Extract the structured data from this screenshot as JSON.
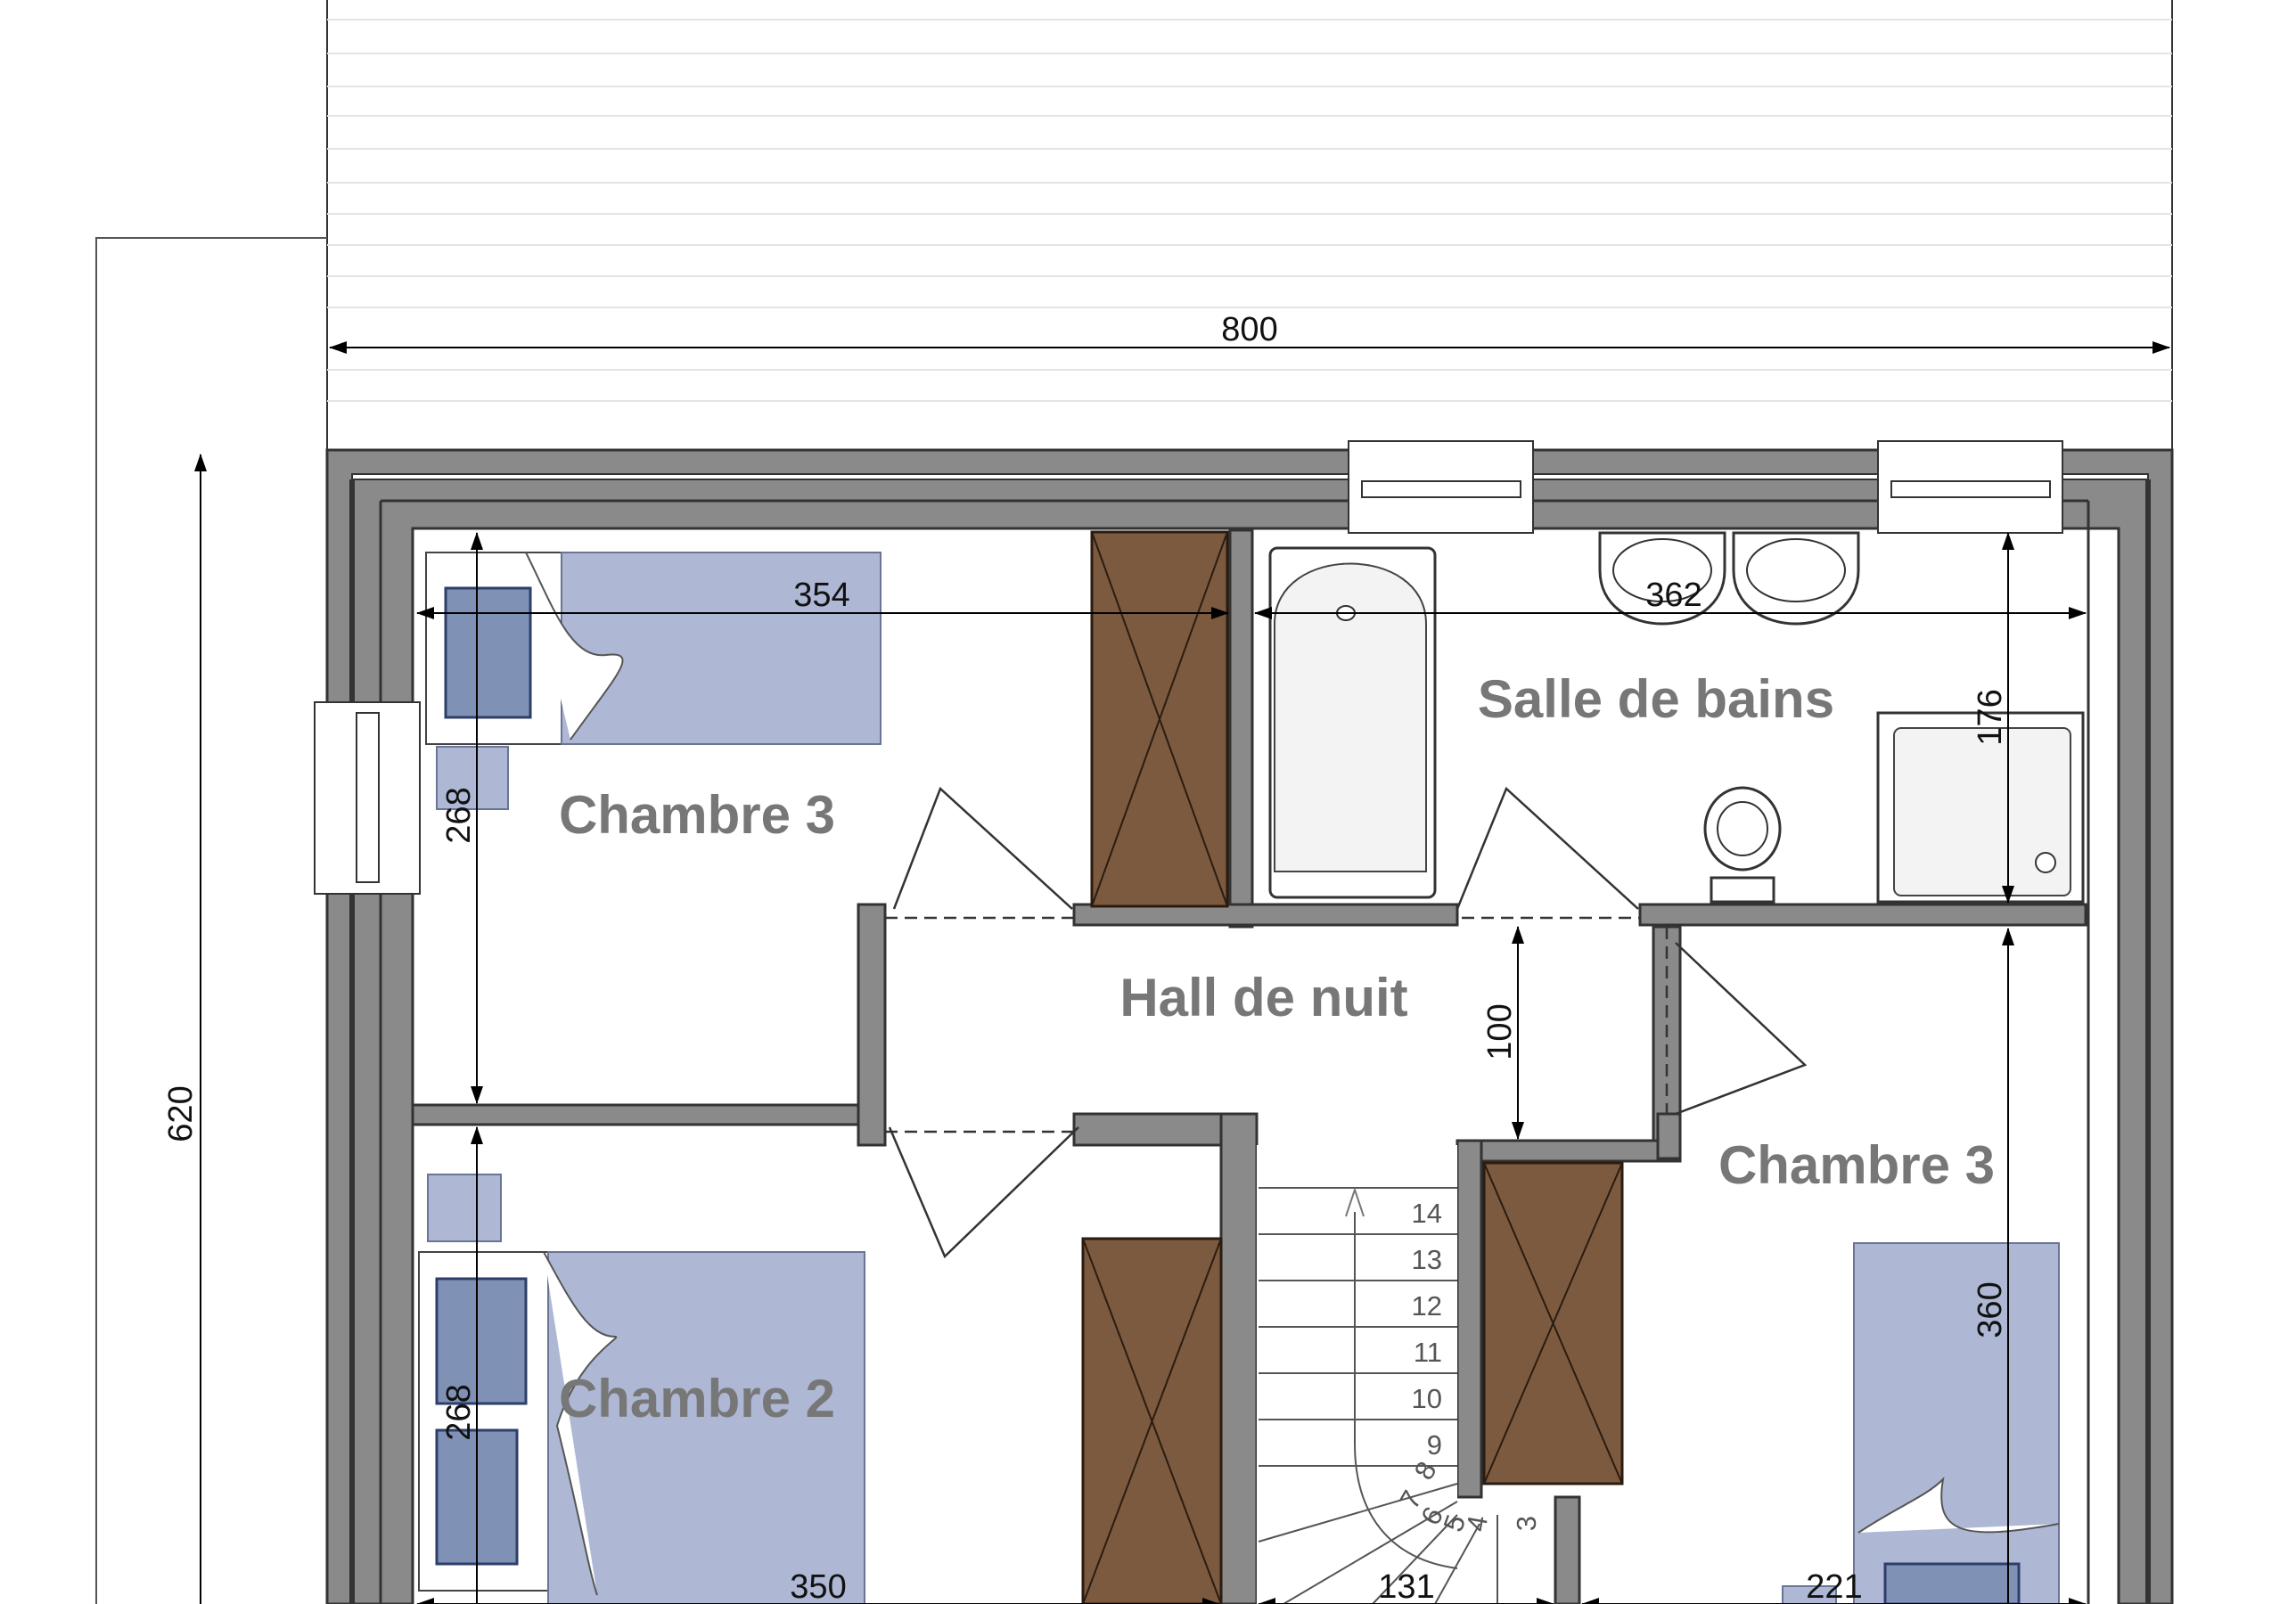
{
  "rooms": {
    "chambre3_left": "Chambre 3",
    "salle_de_bains": "Salle de bains",
    "hall": "Hall de nuit",
    "chambre3_right": "Chambre 3",
    "chambre2": "Chambre 2"
  },
  "dimensions": {
    "total_width": "800",
    "total_height": "620",
    "chambre3_width": "354",
    "chambre3_depth": "268",
    "bath_width": "362",
    "bath_depth": "176",
    "hall_depth": "100",
    "chambre2_depth": "268",
    "chambre2_width": "350",
    "stair_width": "131",
    "chambre3r_width": "221",
    "chambre3r_depth": "360"
  },
  "stairs": {
    "steps": [
      "14",
      "13",
      "12",
      "11",
      "10",
      "9",
      "8",
      "7",
      "6",
      "5",
      "4",
      "3"
    ]
  },
  "colors": {
    "wall": "#8a8a8a",
    "wood": "#7c5a40",
    "bed": "#aeb8d4",
    "label": "#777777"
  }
}
